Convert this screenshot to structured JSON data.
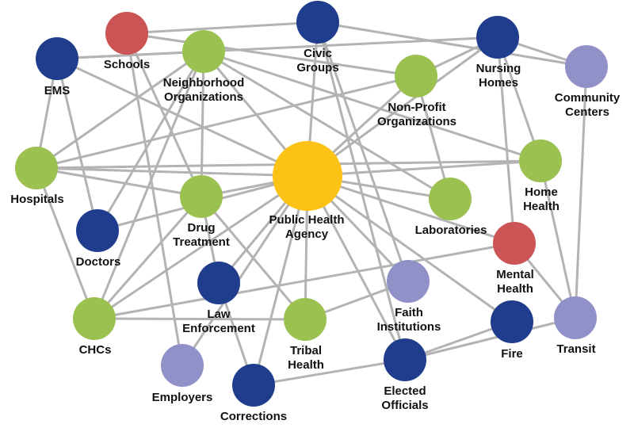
{
  "colors": {
    "central": "#fdc216",
    "green": "#9bc151",
    "dark_blue": "#1f3d8c",
    "light_purple": "#8f91c8",
    "red": "#cc5454",
    "edge": "#b3b3b3"
  },
  "nodes": [
    {
      "id": "public-health-agency",
      "label": [
        "Public Health",
        "Agency"
      ],
      "color": "central"
    },
    {
      "id": "schools",
      "label": [
        "Schools"
      ],
      "color": "red"
    },
    {
      "id": "civic-groups",
      "label": [
        "Civic",
        "Groups"
      ],
      "color": "dark_blue"
    },
    {
      "id": "nursing-homes",
      "label": [
        "Nursing",
        "Homes"
      ],
      "color": "dark_blue"
    },
    {
      "id": "ems",
      "label": [
        "EMS"
      ],
      "color": "dark_blue"
    },
    {
      "id": "neighborhood-organizations",
      "label": [
        "Neighborhood",
        "Organizations"
      ],
      "color": "green"
    },
    {
      "id": "non-profit-organizations",
      "label": [
        "Non-Profit",
        "Organizations"
      ],
      "color": "green"
    },
    {
      "id": "community-centers",
      "label": [
        "Community",
        "Centers"
      ],
      "color": "light_purple"
    },
    {
      "id": "hospitals",
      "label": [
        "Hospitals"
      ],
      "color": "green"
    },
    {
      "id": "home-health",
      "label": [
        "Home",
        "Health"
      ],
      "color": "green"
    },
    {
      "id": "drug-treatment",
      "label": [
        "Drug",
        "Treatment"
      ],
      "color": "green"
    },
    {
      "id": "laboratories",
      "label": [
        "Laboratories"
      ],
      "color": "green"
    },
    {
      "id": "doctors",
      "label": [
        "Doctors"
      ],
      "color": "dark_blue"
    },
    {
      "id": "mental-health",
      "label": [
        "Mental",
        "Health"
      ],
      "color": "red"
    },
    {
      "id": "law-enforcement",
      "label": [
        "Law",
        "Enforcement"
      ],
      "color": "dark_blue"
    },
    {
      "id": "faith-institutions",
      "label": [
        "Faith",
        "Institutions"
      ],
      "color": "light_purple"
    },
    {
      "id": "chcs",
      "label": [
        "CHCs"
      ],
      "color": "green"
    },
    {
      "id": "tribal-health",
      "label": [
        "Tribal",
        "Health"
      ],
      "color": "green"
    },
    {
      "id": "fire",
      "label": [
        "Fire"
      ],
      "color": "dark_blue"
    },
    {
      "id": "transit",
      "label": [
        "Transit"
      ],
      "color": "light_purple"
    },
    {
      "id": "employers",
      "label": [
        "Employers"
      ],
      "color": "light_purple"
    },
    {
      "id": "corrections",
      "label": [
        "Corrections"
      ],
      "color": "dark_blue"
    },
    {
      "id": "elected-officials",
      "label": [
        "Elected",
        "Officials"
      ],
      "color": "dark_blue"
    }
  ],
  "edges": [
    [
      "public-health-agency",
      "ems"
    ],
    [
      "public-health-agency",
      "neighborhood-organizations"
    ],
    [
      "public-health-agency",
      "civic-groups"
    ],
    [
      "public-health-agency",
      "nursing-homes"
    ],
    [
      "public-health-agency",
      "non-profit-organizations"
    ],
    [
      "public-health-agency",
      "hospitals"
    ],
    [
      "public-health-agency",
      "home-health"
    ],
    [
      "public-health-agency",
      "drug-treatment"
    ],
    [
      "public-health-agency",
      "laboratories"
    ],
    [
      "public-health-agency",
      "doctors"
    ],
    [
      "public-health-agency",
      "mental-health"
    ],
    [
      "public-health-agency",
      "law-enforcement"
    ],
    [
      "public-health-agency",
      "faith-institutions"
    ],
    [
      "public-health-agency",
      "chcs"
    ],
    [
      "public-health-agency",
      "tribal-health"
    ],
    [
      "public-health-agency",
      "fire"
    ],
    [
      "public-health-agency",
      "employers"
    ],
    [
      "public-health-agency",
      "corrections"
    ],
    [
      "public-health-agency",
      "elected-officials"
    ],
    [
      "schools",
      "civic-groups"
    ],
    [
      "schools",
      "drug-treatment"
    ],
    [
      "schools",
      "employers"
    ],
    [
      "schools",
      "non-profit-organizations"
    ],
    [
      "civic-groups",
      "community-centers"
    ],
    [
      "civic-groups",
      "elected-officials"
    ],
    [
      "civic-groups",
      "faith-institutions"
    ],
    [
      "ems",
      "nursing-homes"
    ],
    [
      "ems",
      "hospitals"
    ],
    [
      "ems",
      "doctors"
    ],
    [
      "ems",
      "neighborhood-organizations"
    ],
    [
      "neighborhood-organizations",
      "hospitals"
    ],
    [
      "neighborhood-organizations",
      "drug-treatment"
    ],
    [
      "neighborhood-organizations",
      "doctors"
    ],
    [
      "neighborhood-organizations",
      "chcs"
    ],
    [
      "neighborhood-organizations",
      "laboratories"
    ],
    [
      "neighborhood-organizations",
      "home-health"
    ],
    [
      "non-profit-organizations",
      "hospitals"
    ],
    [
      "non-profit-organizations",
      "laboratories"
    ],
    [
      "non-profit-organizations",
      "nursing-homes"
    ],
    [
      "nursing-homes",
      "community-centers"
    ],
    [
      "nursing-homes",
      "mental-health"
    ],
    [
      "nursing-homes",
      "home-health"
    ],
    [
      "community-centers",
      "transit"
    ],
    [
      "hospitals",
      "chcs"
    ],
    [
      "hospitals",
      "drug-treatment"
    ],
    [
      "hospitals",
      "home-health"
    ],
    [
      "home-health",
      "transit"
    ],
    [
      "drug-treatment",
      "law-enforcement"
    ],
    [
      "drug-treatment",
      "tribal-health"
    ],
    [
      "drug-treatment",
      "chcs"
    ],
    [
      "mental-health",
      "transit"
    ],
    [
      "mental-health",
      "chcs"
    ],
    [
      "faith-institutions",
      "tribal-health"
    ],
    [
      "law-enforcement",
      "corrections"
    ],
    [
      "chcs",
      "tribal-health"
    ],
    [
      "elected-officials",
      "fire"
    ],
    [
      "elected-officials",
      "transit"
    ],
    [
      "elected-officials",
      "corrections"
    ]
  ]
}
